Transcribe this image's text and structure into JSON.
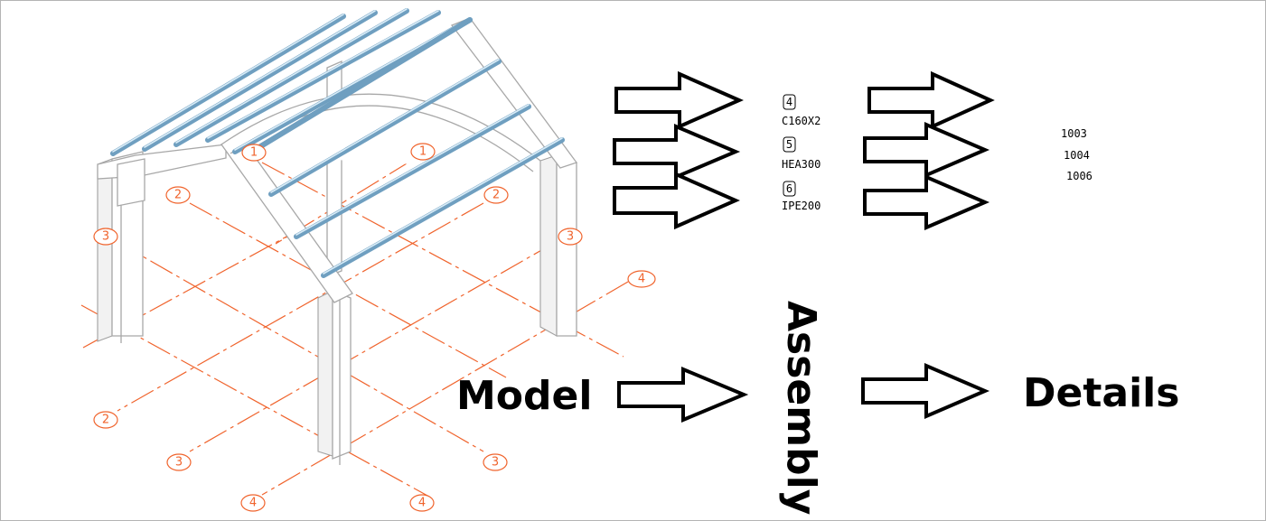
{
  "labels": {
    "model": "Model",
    "assembly": "Assembly",
    "details": "Details"
  },
  "parts": [
    {
      "number": "4",
      "profile": "C160X2"
    },
    {
      "number": "5",
      "profile": "HEA300"
    },
    {
      "number": "6",
      "profile": "IPE200"
    }
  ],
  "detail_numbers": [
    "1003",
    "1004",
    "1006"
  ],
  "grid_bubbles": [
    "1",
    "1",
    "2",
    "2",
    "3",
    "3",
    "4",
    "2",
    "3",
    "3",
    "4",
    "4"
  ],
  "colors": {
    "grid": "#f0642d",
    "purlin": "#6f9fc0",
    "steel": "#a8a8a8",
    "text": "#000000"
  }
}
